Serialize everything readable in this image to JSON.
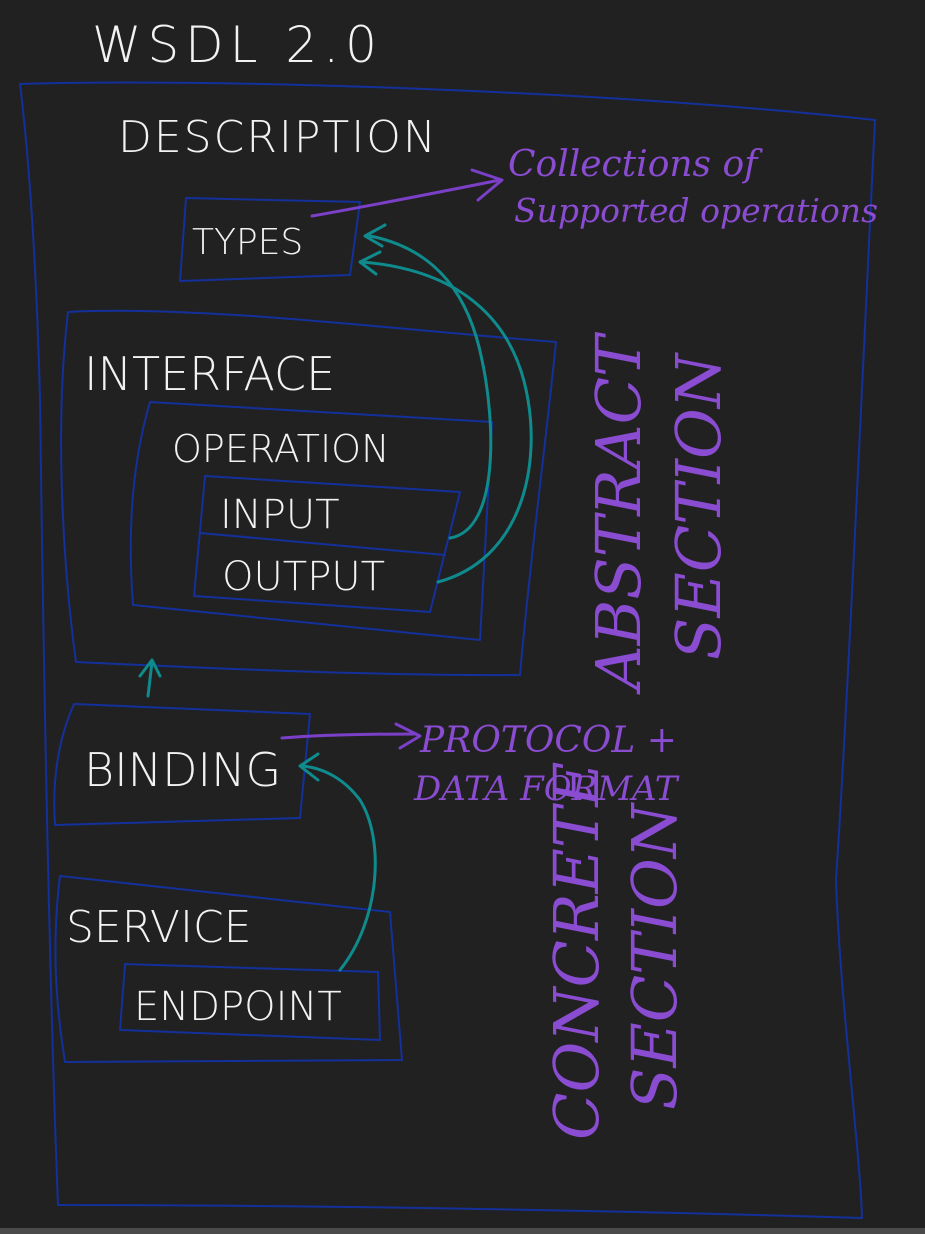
{
  "diagram": {
    "title": "WSDL 2.0",
    "description": "DESCRIPTION",
    "types": "TYPES",
    "interface": "INTERFACE",
    "operation": "OPERATION",
    "input": "INPUT",
    "output": "OUTPUT",
    "binding": "BINDING",
    "service": "SERVICE",
    "endpoint": "ENDPOINT",
    "abstract_section": [
      "ABSTRACT",
      "SECTION"
    ],
    "concrete_section": [
      "CONCRETE",
      "SECTION"
    ],
    "types_note": [
      "Collections of",
      "Supported operations"
    ],
    "binding_note": [
      "PROTOCOL +",
      "DATA FORMAT"
    ]
  },
  "colors": {
    "background": "#212121",
    "box_outline": "#14309a",
    "ink": "#f2f2f2",
    "annotation_purple": "#8a4cd1",
    "arrow_teal": "#0f8b8d"
  }
}
